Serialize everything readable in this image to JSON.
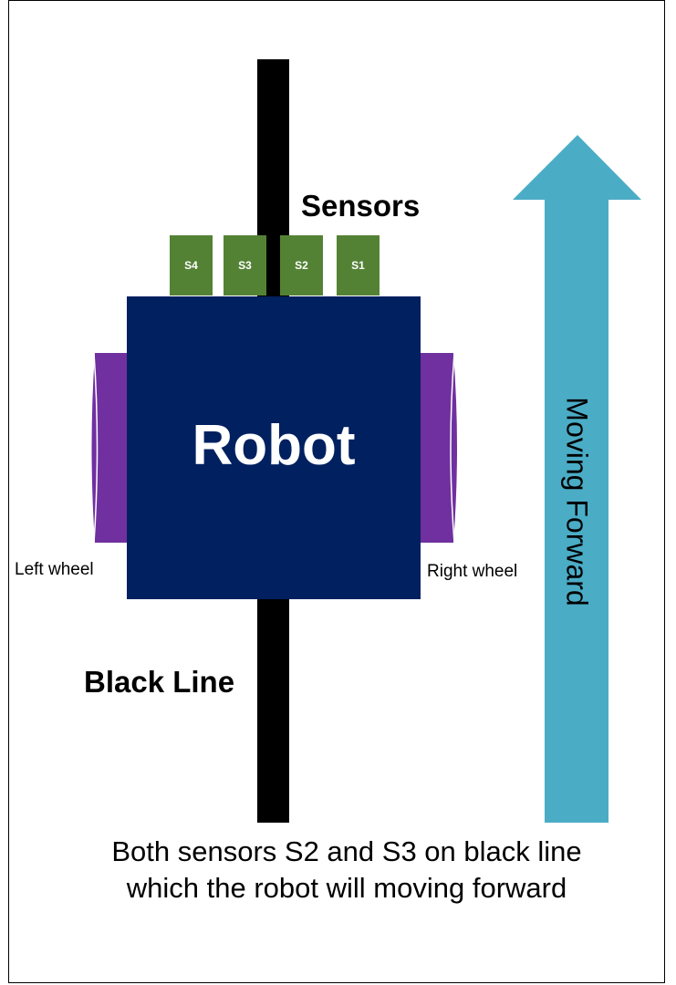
{
  "labels": {
    "sensors": "Sensors",
    "robot": "Robot",
    "left_wheel": "Left wheel",
    "right_wheel": "Right wheel",
    "black_line": "Black Line",
    "moving_forward": "Moving Forward",
    "caption": "Both sensors S2 and S3 on black line which the robot will moving forward"
  },
  "sensors": [
    {
      "label": "S4"
    },
    {
      "label": "S3"
    },
    {
      "label": "S2"
    },
    {
      "label": "S1"
    }
  ],
  "colors": {
    "robot_body": "#002060",
    "sensor": "#548235",
    "wheel": "#7030A0",
    "arrow": "#4BACC6",
    "line": "#000000"
  }
}
